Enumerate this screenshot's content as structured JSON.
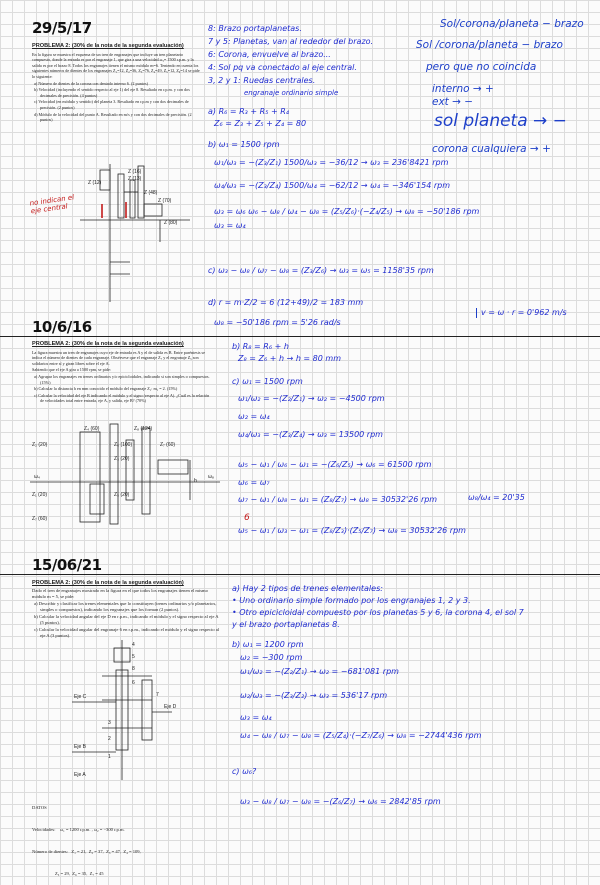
{
  "sections": [
    {
      "date": "29/5/17",
      "problem": {
        "title": "PROBLEMA 2: (30% de la nota de la segunda evaluación)",
        "intro": "En la figura se muestra el esquema de un tren de engranajes que incluye un tren planetario compuesto, donde la entrada es por el engranaje 1, que gira a una velocidad ω₁= 1500 r.p.m. y la salida es por el brazo 8. Todos los engranajes tienen el mismo módulo m=6. Teniendo en cuenta los siguientes números de dientes de los engranajes Z₁=12, Z₂=36, Z₃=76, Z₄=49, Z₅=12, Z₆=14 se pide lo siguiente:",
        "items": [
          "a) Número de dientes de la corona con dentado interno 6. (2 puntos)",
          "b) Velocidad (incluyendo el sentido respecto al eje 1) del eje 8. Resultado en r.p.m. y con dos decimales de precisión. (4 puntos)",
          "c) Velocidad (en módulo y sentido) del planeta 3. Resultado en r.p.m y con dos decimales de precisión. (2 puntos)",
          "d) Módulo de la velocidad del punto A. Resultado en m/s y con dos decimales de precisión. (2 puntos)"
        ]
      },
      "annotation": "no indican el eje central",
      "diagram_labels": [
        "Z (16)",
        "Z (13)",
        "Z (12)",
        "Z (48)",
        "Z (70)",
        "Z (80)"
      ]
    },
    {
      "date": "10/6/16",
      "problem": {
        "title": "PROBLEMA 2: (30% de la nota de la segunda evaluación)",
        "intro": "La figura muestra un tren de engranajes cuyo eje de entrada es A y el de salida es B. Entre paréntesis se indica el número de dientes de cada engranaje. Obsérvese que el engranaje Z₇ y el engranaje Z₅ son solidarios entre sí y giran libres sobre el eje A.",
        "intro2": "Sabiendo que el eje A gira a 1500 rpm, se pide:",
        "items": [
          "a) Agrupar los engranajes en trenes ordinarios y/o epicicloidales, indicando si son simples o compuestos. (15%)",
          "b) Calcular la distancia h en mm conocido el módulo del engranaje Z₁: m₁ = 2. (15%)",
          "c) Calcular la velocidad del eje B indicando el módulo y el signo (respecto al eje A). ¿Cuál es la relación de velocidades total entre entrada, eje A, y salida, eje B? (70%)"
        ]
      },
      "diagram_labels": [
        "Z₄ (60)",
        "Z₈ (124)",
        "Z₂ (20)",
        "Z₆ (100)",
        "Z₇ (60)",
        "Z₃ (20)",
        "Z₁ (20)",
        "Z₅ (20)",
        "Z₇ (60)",
        "ω₄",
        "ω₈",
        "h"
      ]
    },
    {
      "date": "15/06/21",
      "problem": {
        "title": "PROBLEMA 2: (30% de la nota de la segunda evaluación)",
        "intro": "Dado el tren de engranajes mostrado en la figura en el que todos los engranajes tienen el mismo módulo m = 5, se pide:",
        "items": [
          "a) Describir y clasificar los trenes elementales que lo constituyen (trenes ordinarios y/o planetarios, simples o compuestos), indicando los engranajes que los forman (2 puntos).",
          "b) Calcular la velocidad angular del eje D en r.p.m., indicando el módulo y el signo respecto al eje A (5 puntos).",
          "c) Calcular la velocidad angular del engranaje 6 en r.p.m., indicando el módulo y el signo respecto al eje A (3 puntos)."
        ]
      },
      "data_title": "DATOS",
      "data_lines": [
        "Velocidades:    ω₁ = 1200 r.p.m. , ω₂ = −300 r.p.m.",
        "Número de dientes:   Z₁ = 21,  Z₂ = 37,  Z₃ = 47,  Z₄ = 109,",
        "                    Z₅ = 29,  Z₆ = 35,  Z₇ = 45"
      ],
      "diagram_labels": [
        "Eje C",
        "Eje B",
        "Eje A",
        "Eje D",
        "1",
        "2",
        "3",
        "4",
        "5",
        "6",
        "7",
        "8"
      ]
    }
  ],
  "notes": {
    "s1": [
      "8: Brazo portaplanetas.",
      "7 y 5: Planetas, van al rededor del brazo.",
      "6: Corona, envuelve al brazo...",
      "4: Sol pq va conectado al eje central.",
      "3, 2 y 1: Ruedas centrales.",
      "engranaje ordinario simple",
      "a) R₆ = R₃ + R₅ + R₄",
      "Z₆ = Z₃ + Z₅ + Z₄ = 80",
      "b) ω₁ = 1500 rpm",
      "ω₁/ω₃ = −(Z₃/Z₁)  1500/ω₃ = −36/12  → ω₃ = 236'8421 rpm",
      "ω₄/ω₃ = −(Z₃/Z₄)  1500/ω₄ = −62/12  → ω₄ = −346'154 rpm",
      "ω₃ = ω₆        ω₆ − ω₈ / ω₄ − ω₈ = (Z₅/Z₆)·(−Z₄/Z₅)  → ω₈ = −50'186 rpm",
      "ω₃ = ω₄",
      "c) ω₃ − ω₈ / ω₇ − ω₈ = (Z₃/Z₆)  → ω₃ = ω₅ = 1158'35 rpm",
      "d) r = m·Z/2 = 6 (12+49)/2 = 183 mm",
      "ω₈ = −50'186 rpm = 5'26 rad/s",
      "v = ω · r = 0'962 m/s"
    ],
    "side": [
      "Sol/corona/planeta − brazo",
      "Sol /corona/planeta − brazo",
      "pero que no coincida",
      "interno → +",
      "ext → −",
      "sol planeta → −",
      "corona cualquiera → +"
    ],
    "s2": [
      "b) R₈ = R₆ + h",
      "Z₈ = Z₆ + h → h = 80 mm",
      "c) ω₁ = 1500 rpm",
      "ω₁/ω₂ = −(Z₂/Z₁)  → ω₂ = −4500 rpm",
      "ω₂ = ω₄",
      "ω₄/ω₃ = −(Z₃/Z₄)  → ω₃ = 13500 rpm",
      "ω₅ − ω₁ / ω₆ − ω₁ = −(Z₆/Z₅)  → ω₆ = 61500 rpm",
      "ω₆ = ω₇",
      "ω₇ − ω₁ / ω₈ − ω₁ = (Z₈/Z₇)  → ω₈ = 30532'26 rpm",
      "ω₈/ω₄ = 20'35",
      "6",
      "ω₅ − ω₁ / ω₃ − ω₁ = (Z₈/Z₃)·(Z₅/Z₇)  → ω₈ = 30532'26 rpm"
    ],
    "s3": [
      "a) Hay 2 tipos de trenes elementales:",
      "• Uno ordinario simple formado por los engranajes 1, 2 y 3.",
      "• Otro epicicloidal compuesto por los planetas 5 y 6, la corona 4, el sol 7",
      "  y el brazo portaplanetas 8.",
      "b) ω₁ = 1200 rpm",
      "ω₂ = −300 rpm",
      "ω₁/ω₂ = −(Z₂/Z₁)  → ω₂ = −681'081 rpm",
      "ω₂/ω₃ = −(Z₃/Z₂)  → ω₃ = 536'17 rpm",
      "ω₃ = ω₄",
      "ω₄ − ω₈ / ω₇ − ω₈ = (Z₅/Z₄)·(−Z₇/Z₆)  → ω₈ = −2744'436 rpm",
      "c) ω₆?",
      "ω₃ − ω₈ / ω₇ − ω₈ = −(Z₆/Z₇)  → ω₆ = 2842'85 rpm"
    ]
  }
}
